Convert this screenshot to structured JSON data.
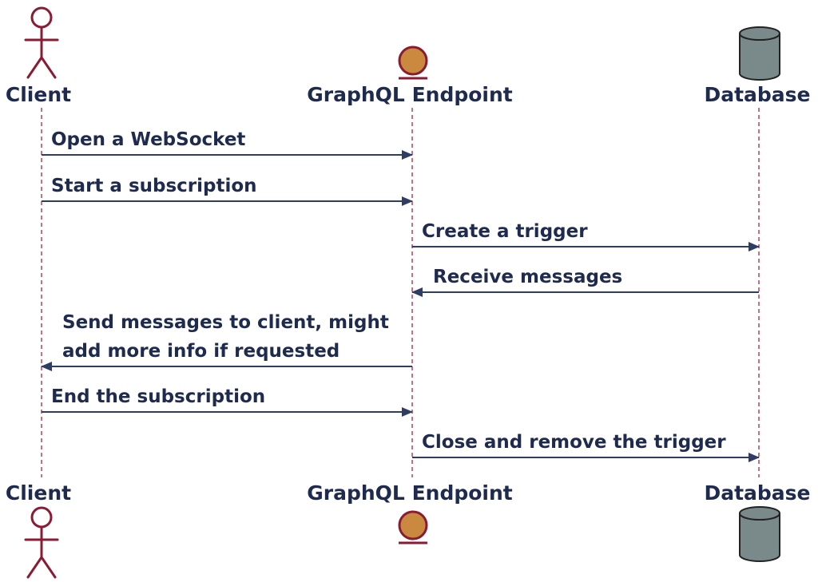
{
  "colors": {
    "text": "#1e2a4e",
    "arrow": "#2f3d64",
    "lifeline": "#b0445d",
    "actor": "#8b1a33",
    "boundary_fill": "#c98a3f",
    "boundary_stroke": "#8b1a33",
    "database_fill": "#7a8a8b",
    "database_stroke": "#222222"
  },
  "participants": [
    {
      "id": "client",
      "label": "Client",
      "shape": "actor-icon"
    },
    {
      "id": "endpoint",
      "label": "GraphQL Endpoint",
      "shape": "boundary-icon"
    },
    {
      "id": "database",
      "label": "Database",
      "shape": "database-icon"
    }
  ],
  "messages": [
    {
      "from": "client",
      "to": "endpoint",
      "lines": [
        "Open a WebSocket"
      ]
    },
    {
      "from": "client",
      "to": "endpoint",
      "lines": [
        "Start a subscription"
      ]
    },
    {
      "from": "endpoint",
      "to": "database",
      "lines": [
        "Create a trigger"
      ]
    },
    {
      "from": "database",
      "to": "endpoint",
      "lines": [
        "Receive messages"
      ]
    },
    {
      "from": "endpoint",
      "to": "client",
      "lines": [
        "Send messages to client, might",
        "add more info if requested"
      ]
    },
    {
      "from": "client",
      "to": "endpoint",
      "lines": [
        "End the subscription"
      ]
    },
    {
      "from": "endpoint",
      "to": "database",
      "lines": [
        "Close and remove the trigger"
      ]
    }
  ]
}
